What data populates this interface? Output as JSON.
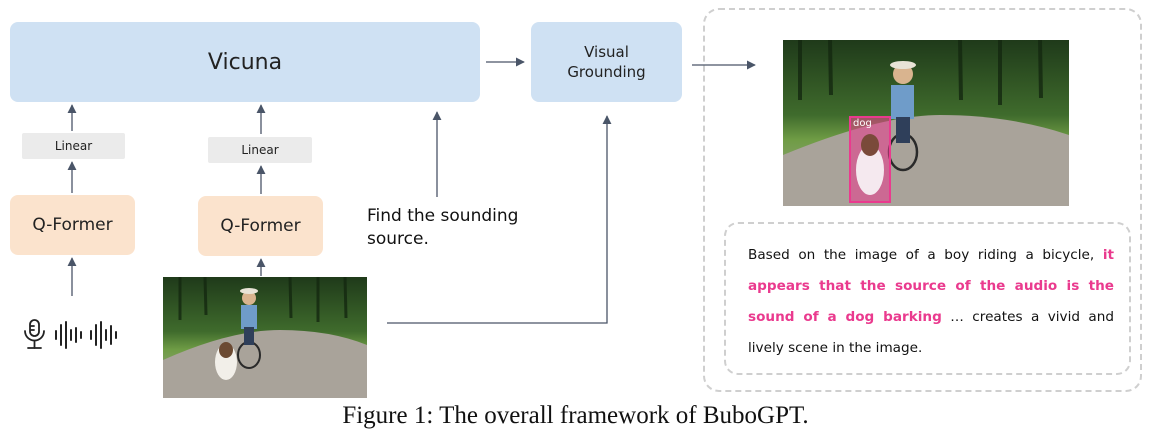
{
  "vicuna": {
    "label": "Vicuna"
  },
  "visual_grounding": {
    "line1": "Visual",
    "line2": "Grounding"
  },
  "linear": {
    "label": "Linear"
  },
  "qformer": {
    "label": "Q-Former"
  },
  "prompt": {
    "text": "Find the sounding\nsource."
  },
  "detection": {
    "label": "dog"
  },
  "answer": {
    "before": "Based on the image of a boy riding a bicycle, ",
    "highlight": "it appears that the source of the audio is the sound of a dog barking",
    "after": " … creates a vivid and lively scene in the image."
  },
  "caption": {
    "text": "Figure 1: The overall framework of BuboGPT."
  },
  "colors": {
    "llm_box": "#cfe1f3",
    "qformer_box": "#fbe3cd",
    "linear_box": "#ebebeb",
    "arrow": "#4a5568",
    "highlight": "#ea3a8e",
    "dashed_border": "#cfcfcf"
  },
  "icons": [
    "microphone-icon",
    "audio-waveform-icon",
    "arrow-icon"
  ]
}
